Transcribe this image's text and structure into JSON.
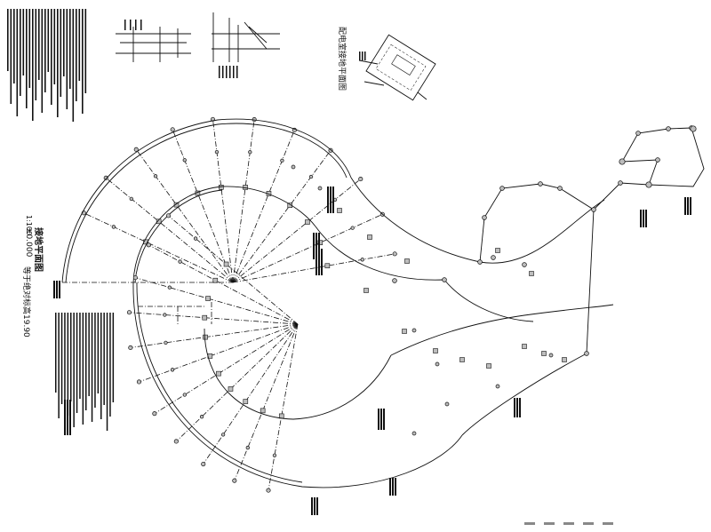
{
  "drawing": {
    "title": "接地平面图",
    "scale_note": "1:100",
    "elevation_note": "±0.000",
    "datum_note": "等于绝对标高19.90",
    "inset_title": "配电室接地平面图"
  },
  "icons": {
    "ground_electrode": "circle-dot",
    "test_box": "small-square"
  },
  "colors": {
    "line": "#111111",
    "electrode_fill": "#bdbdbd"
  }
}
